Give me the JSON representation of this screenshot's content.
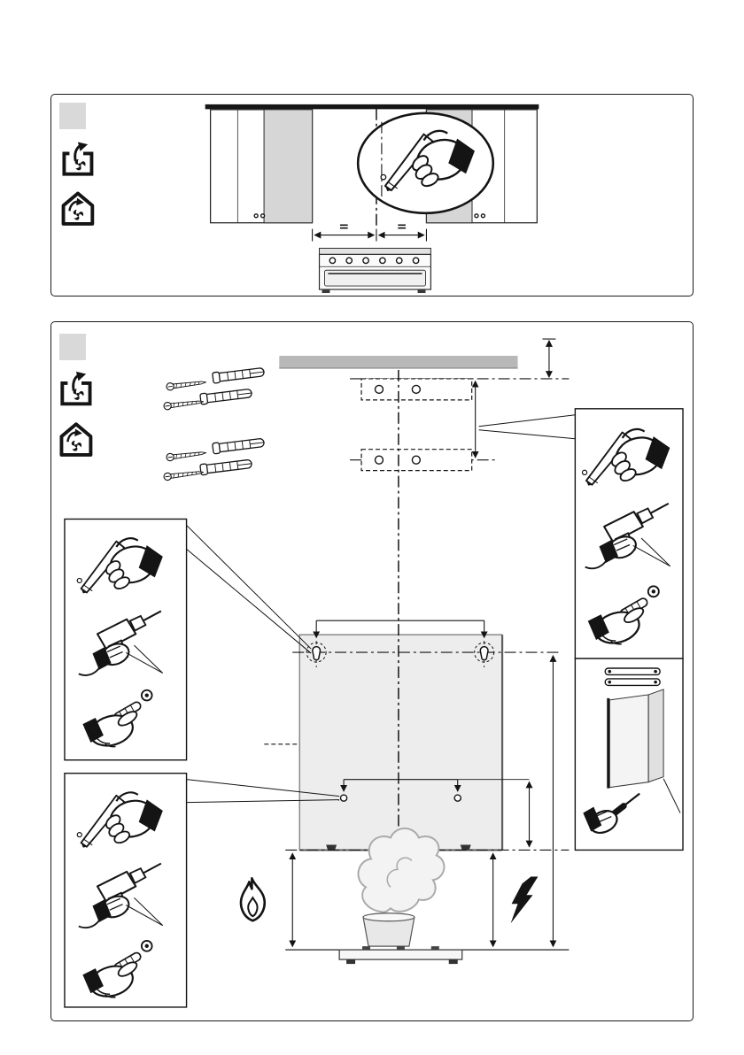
{
  "page": {
    "kind": "cooker-hood-installation-manual-page",
    "background": "#ffffff"
  },
  "colors": {
    "ink": "#141414",
    "panel_border": "#1a1a1a",
    "step_badge_grey": "#d9d9d9",
    "cabinet_side_grey": "#d6d6d6",
    "ceiling_strip_grey": "#b8b8b8",
    "hood_panel_grey": "#ededed",
    "steam_grey": "#ababab"
  },
  "steps": [
    {
      "badge_label": "",
      "mode_icons": [
        "duct-out-mode-icon",
        "recirculation-mode-icon"
      ],
      "scene": {
        "name": "mark-centerline-between-cabinets-above-cooker",
        "icons": [
          "pencil-hand-icon",
          "wall-cabinets",
          "range-cooker"
        ],
        "equal_marks": {
          "left": "=",
          "right": "="
        }
      }
    },
    {
      "badge_label": "",
      "mode_icons": [
        "duct-out-mode-icon",
        "recirculation-mode-icon"
      ],
      "fixing_kit_icons": [
        "screw-icon",
        "wall-plug-icon"
      ],
      "callouts": {
        "bracket_holes": [
          "pencil-hand-icon",
          "drill-icon",
          "wall-plug-hand-icon"
        ],
        "upper_keyholes": [
          "pencil-hand-icon",
          "drill-icon",
          "wall-plug-hand-icon"
        ],
        "lower_holes": [
          "pencil-hand-icon",
          "drill-icon",
          "wall-plug-hand-icon"
        ],
        "chimney_assembly": [
          "chimney-bracket-icon",
          "chimney-duct-icon",
          "screwdriver-hand-icon"
        ]
      },
      "hazard_icons": [
        "flame-icon",
        "steam-pot-icon",
        "electric-bolt-icon"
      ]
    }
  ]
}
